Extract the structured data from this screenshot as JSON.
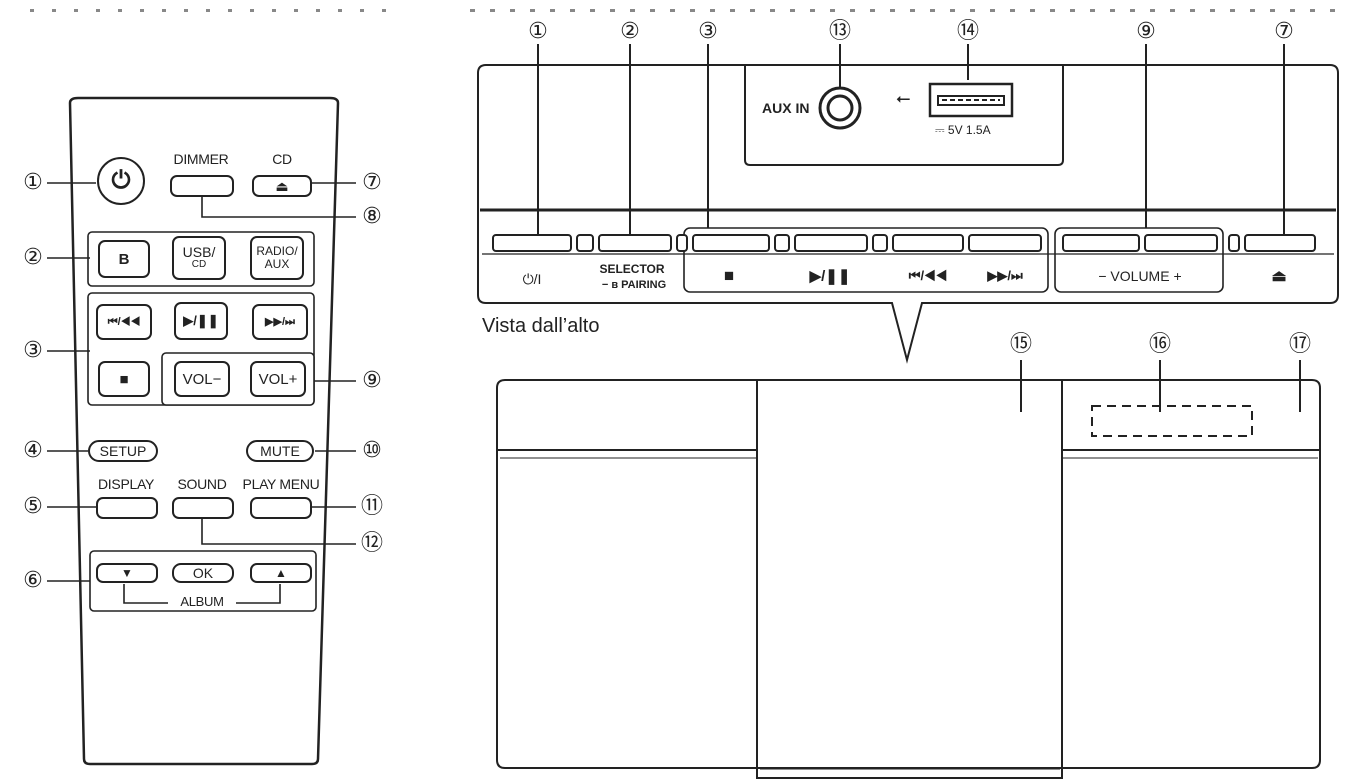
{
  "remote": {
    "buttons": {
      "dimmer": "DIMMER",
      "cd": "CD",
      "bluetooth": "B",
      "usb_cd": [
        "USB/",
        "CD"
      ],
      "radio_aux": [
        "RADIO/",
        "AUX"
      ],
      "vol_minus": "VOL−",
      "vol_plus": "VOL+",
      "setup": "SETUP",
      "mute": "MUTE",
      "display": "DISPLAY",
      "sound": "SOUND",
      "play_menu": "PLAY MENU",
      "ok": "OK",
      "album": "ALBUM"
    },
    "callouts": {
      "n1": "①",
      "n2": "②",
      "n3": "③",
      "n4": "④",
      "n5": "⑤",
      "n6": "⑥",
      "n7": "⑦",
      "n8": "⑧",
      "n9": "⑨",
      "n10": "⑩",
      "n11": "⑪",
      "n12": "⑫"
    }
  },
  "unit": {
    "aux_in": "AUX IN",
    "usb_rating": "⎓ 5V 1.5A",
    "panel_labels": {
      "power": "⏻/I",
      "selector": "SELECTOR",
      "pairing": "− ʙ PAIRING",
      "stop": "■",
      "play_pause": "▶/❚❚",
      "skip_back": "⏮/◀◀",
      "skip_fwd": "▶▶/⏭",
      "volume": "− VOLUME +",
      "eject": "⏏"
    },
    "top_view_caption": "Vista dall’alto",
    "callouts": {
      "n1": "①",
      "n2": "②",
      "n3": "③",
      "n13": "⑬",
      "n14": "⑭",
      "n9": "⑨",
      "n7": "⑦",
      "n15": "⑮",
      "n16": "⑯",
      "n17": "⑰"
    }
  },
  "colors": {
    "line": "#222222",
    "background": "#ffffff"
  }
}
